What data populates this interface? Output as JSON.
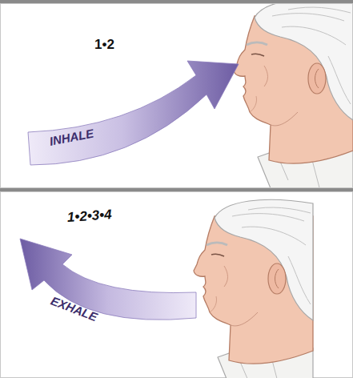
{
  "diagram": {
    "labels": [
      "1•2",
      "INHALE",
      "1•2•3•4",
      "EXHALE"
    ]
  }
}
